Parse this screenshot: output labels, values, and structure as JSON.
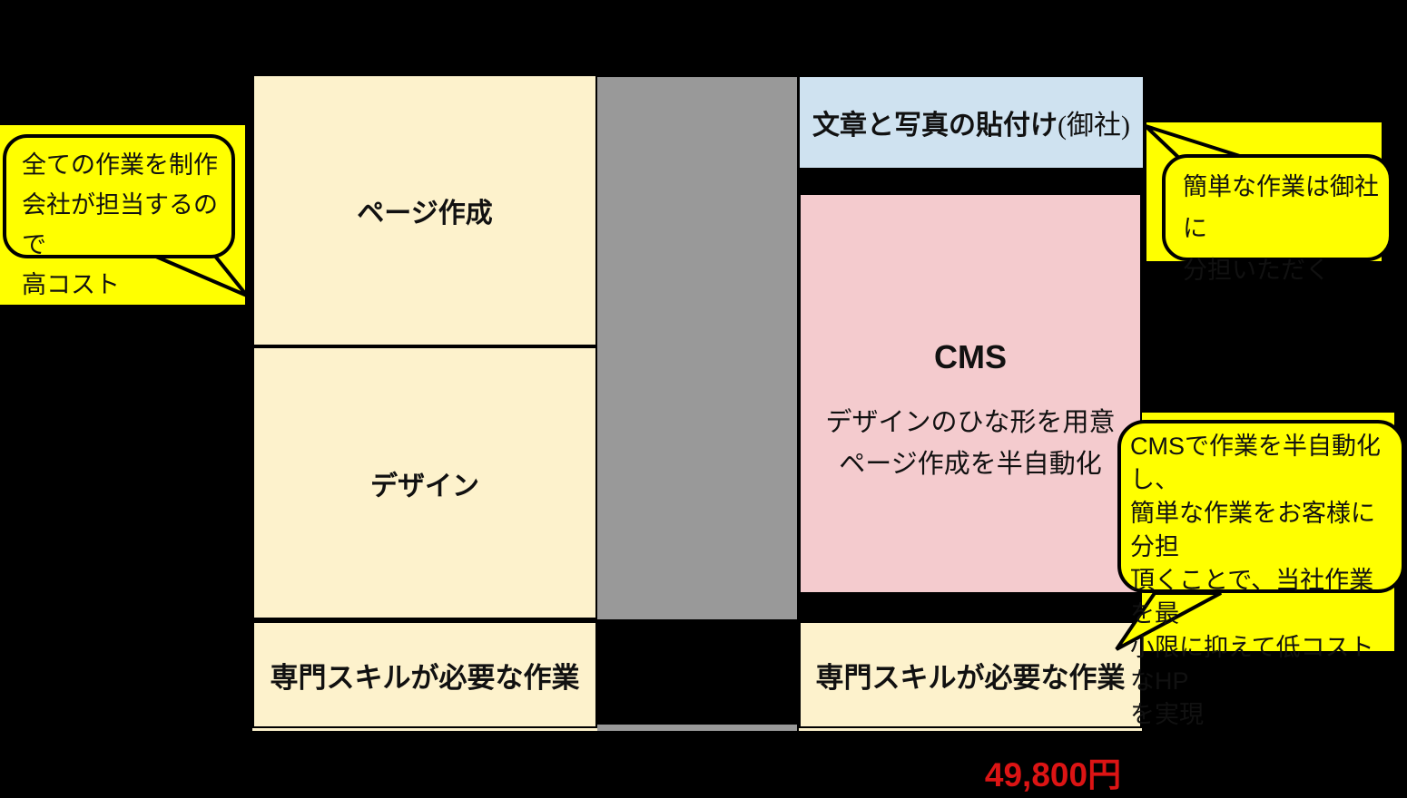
{
  "diagram_title": "",
  "left_column": {
    "page_creation": "ページ作成",
    "design": "デザイン",
    "skill_label": "専門スキルが必要な作業"
  },
  "right_column": {
    "paste_main": "文章と写真の貼付け",
    "paste_suffix": "(御社)",
    "cms_title": "CMS",
    "cms_sub": "デザインのひな形を用意\nページ作成を半自動化",
    "skill_label": "専門スキルが必要な作業",
    "price": "49,800円"
  },
  "bubbles": {
    "left": {
      "text": "全ての作業を制作\n会社が担当するので\n高コスト"
    },
    "top_right": {
      "text": "簡単な作業は御社に\n分担いただく"
    },
    "bottom_right": {
      "text": "CMSで作業を半自動化し、\n簡単な作業をお客様に分担\n頂くことで、当社作業を最\n小限に抑えて低コストなHP\nを実現"
    }
  },
  "colors": {
    "background": "#000000",
    "cream_box": "#FDF2CC",
    "blue_box": "#CFE2F0",
    "pink_box": "#F4CBCE",
    "gray_connector": "#999999",
    "bubble_yellow": "#FFFF00",
    "price_red": "#DC1414"
  }
}
